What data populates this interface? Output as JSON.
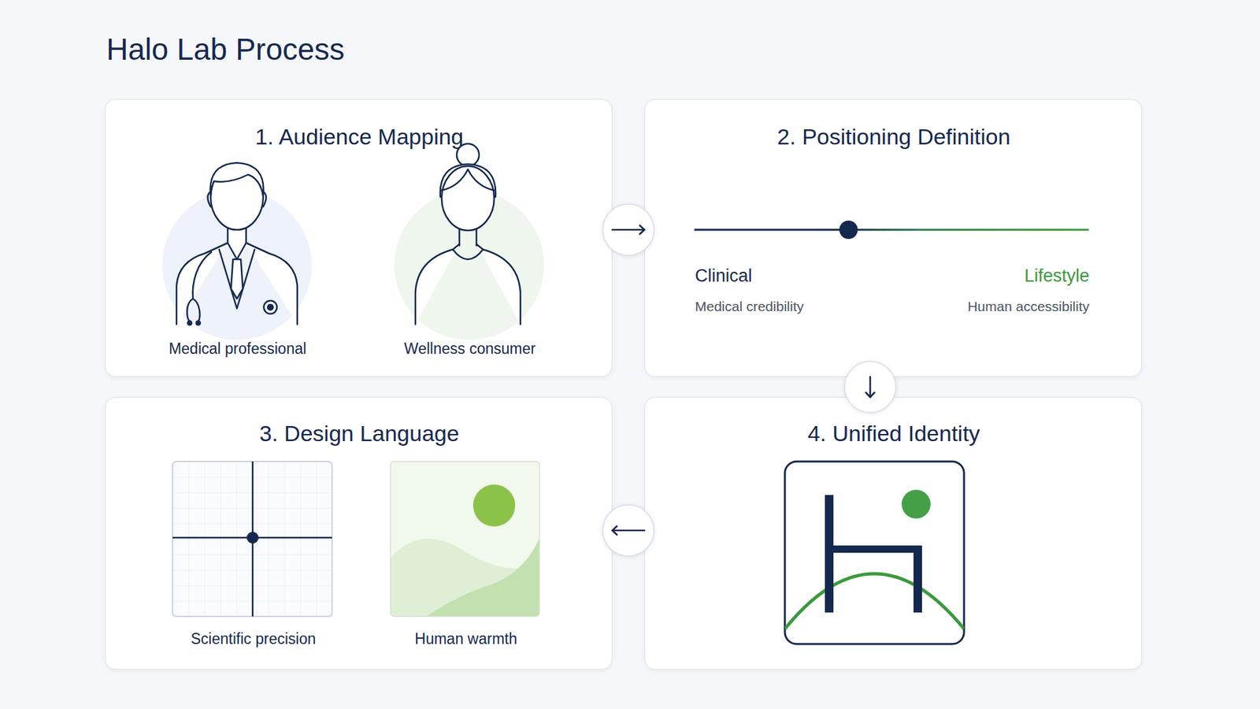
{
  "diagram": {
    "title": "Halo Lab Process",
    "nodes": [
      {
        "text": [
          "1. Audience Mapping",
          "Medical professional",
          "Wellness consumer"
        ]
      },
      {
        "text": [
          "2. Positioning Definition",
          "Clinical",
          "Medical credibility",
          "Lifestyle",
          "Human accessibility"
        ]
      },
      {
        "text": [
          "3. Design Language",
          "Scientific precision",
          "Human warmth"
        ]
      },
      {
        "text": [
          "4. Unified Identity"
        ]
      }
    ],
    "edges": [
      {
        "from": 0,
        "to": 1,
        "arrow": "to"
      },
      {
        "from": 1,
        "to": 3,
        "arrow": "to"
      },
      {
        "from": 3,
        "to": 2,
        "arrow": "to"
      }
    ]
  }
}
